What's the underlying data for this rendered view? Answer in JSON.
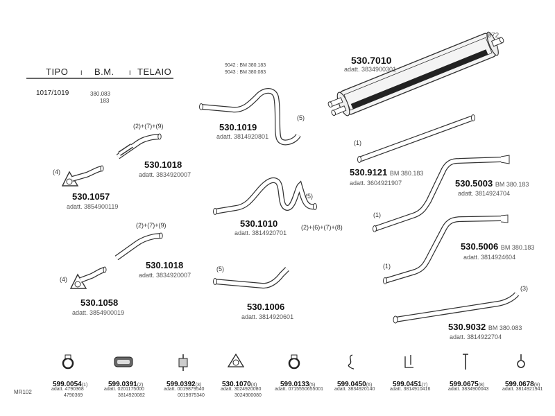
{
  "header": {
    "col_tipo": "TIPO",
    "col_bm": "B.M.",
    "col_telaio": "TELAIO",
    "row_tipo": "1017/1019",
    "row_bm_1": "380.083",
    "row_bm_2": "183",
    "sep_1": "I",
    "sep_2": "I"
  },
  "note_9042": "9042 : BM 380.183",
  "note_9043": "9043 : BM 380.083",
  "parts": {
    "p7010": {
      "code": "530.7010",
      "adatt": "adatt. 3834900301",
      "dia": "ø72"
    },
    "p1019": {
      "code": "530.1019",
      "adatt": "adatt. 3814920801",
      "ref": "(5)"
    },
    "p1018a": {
      "code": "530.1018",
      "adatt": "adatt. 3834920007",
      "ref": "(2)+(7)+(9)"
    },
    "p1057": {
      "code": "530.1057",
      "adatt": "adatt. 3854900119",
      "ref": "(4)"
    },
    "p9121": {
      "code": "530.9121",
      "bm": "BM  380.183",
      "adatt": "adatt. 3604921907",
      "ref": "(1)"
    },
    "p5003": {
      "code": "530.5003",
      "bm": "BM  380.183",
      "adatt": "adatt. 3814924704",
      "ref": "(1)"
    },
    "p1010": {
      "code": "530.1010",
      "adatt": "adatt. 3814920701",
      "ref": "(5)",
      "ref2": "(2)+(6)+(7)+(8)"
    },
    "p1018b": {
      "code": "530.1018",
      "adatt": "adatt. 3834920007",
      "ref": "(2)+(7)+(9)"
    },
    "p5006": {
      "code": "530.5006",
      "bm": "BM  380.183",
      "adatt": "adatt. 3814924604",
      "ref": "(1)"
    },
    "p1058": {
      "code": "530.1058",
      "adatt": "adatt. 3854900019",
      "ref": "(4)"
    },
    "p1006": {
      "code": "530.1006",
      "adatt": "adatt. 3814920601",
      "ref": "(5)"
    },
    "p9032": {
      "code": "530.9032",
      "bm": "BM  380.083",
      "adatt": "adatt. 3814922704",
      "ref": "(3)"
    }
  },
  "accessories": [
    {
      "code": "599.0054",
      "idx": "(1)",
      "l1": "adatt.   4790368",
      "l2": "4790369"
    },
    {
      "code": "599.0391",
      "idx": "(2)",
      "l1": "adatt. 0201175000",
      "l2": "3814920082"
    },
    {
      "code": "599.0392",
      "idx": "(3)",
      "l1": "adatt. 0019879540",
      "l2": "0019875340"
    },
    {
      "code": "530.1070",
      "idx": "(4)",
      "l1": "adatt. 3024920080",
      "l2": "3024900080"
    },
    {
      "code": "599.0133",
      "idx": "(5)",
      "l1": "adatt. 0715550655001",
      "l2": ""
    },
    {
      "code": "599.0450",
      "idx": "(6)",
      "l1": "adatt. 3834920140",
      "l2": ""
    },
    {
      "code": "599.0451",
      "idx": "(7)",
      "l1": "adatt. 3814910416",
      "l2": ""
    },
    {
      "code": "599.0675",
      "idx": "(8)",
      "l1": "adatt. 3834900043",
      "l2": ""
    },
    {
      "code": "599.0678",
      "idx": "(9)",
      "l1": "adatt. 3814921941",
      "l2": ""
    }
  ],
  "footer_code": "MR102",
  "icons": [
    "clamp-icon",
    "gasket-icon",
    "rubber-mount-icon",
    "flange-gasket-icon",
    "clamp-icon",
    "hook-icon",
    "bracket-icon",
    "strap-icon",
    "hanger-icon"
  ]
}
